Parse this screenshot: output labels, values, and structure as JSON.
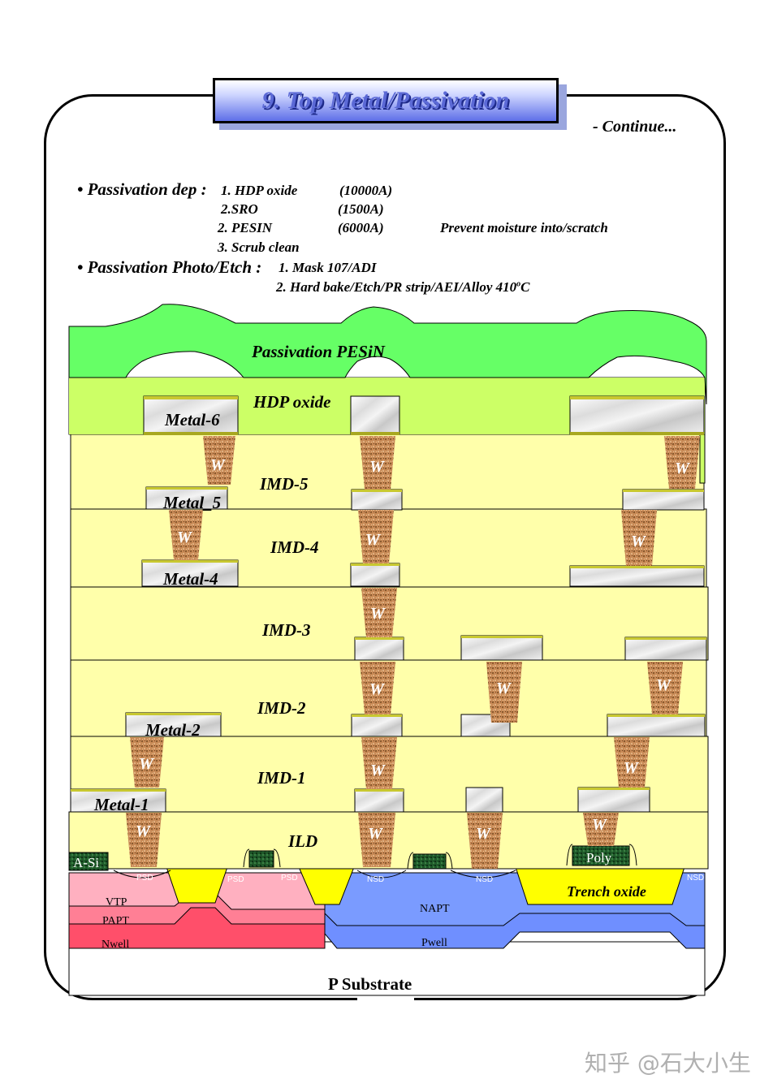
{
  "title": "9. Top Metal/Passivation",
  "continue_label": "- Continue...",
  "steps": {
    "passivation_dep": {
      "heading": "• Passivation dep :",
      "items": [
        {
          "label": "1. HDP oxide",
          "value": "(10000A)"
        },
        {
          "label": "2.SRO",
          "value": "(1500A)"
        },
        {
          "label": "2. PESIN",
          "value": "(6000A)",
          "note": "Prevent moisture into/scratch"
        },
        {
          "label": "3. Scrub clean"
        }
      ]
    },
    "passivation_photo": {
      "heading": "• Passivation Photo/Etch :",
      "items": [
        {
          "label": "1. Mask 107/ADI"
        },
        {
          "label": "2. Hard bake/Etch/PR strip/AEI/Alloy 410",
          "sup": "o",
          "tail": "C"
        }
      ]
    }
  },
  "layers": {
    "passivation": "Passivation PESiN",
    "hdp": "HDP oxide",
    "metal6": "Metal-6",
    "imd5": "IMD-5",
    "metal5": "Metal_5",
    "imd4": "IMD-4",
    "metal4": "Metal-4",
    "imd3": "IMD-3",
    "imd2": "IMD-2",
    "metal2": "Metal-2",
    "imd1": "IMD-1",
    "metal1": "Metal-1",
    "ild": "ILD",
    "asi": "A-Si",
    "poly": "Poly",
    "trench": "Trench oxide",
    "vtp": "VTP",
    "papt": "PAPT",
    "nwell": "Nwell",
    "napt": "NAPT",
    "pwell": "Pwell",
    "substrate": "P Substrate",
    "psd": "PSD",
    "nsd": "NSD",
    "via": "W"
  },
  "colors": {
    "passivation": "#66ff66",
    "hdp": "#ccff66",
    "imd": "#ffffaa",
    "pink": "#ffb0c0",
    "pink_mid": "#ff7f95",
    "pink_dark": "#ff4f6a",
    "blue": "#7a9bff",
    "blue_light": "#6f8fff",
    "trench": "#ffff00",
    "tungsten": "#c88a56",
    "metal": "#e8e8e8",
    "poly": "#225522",
    "title_text": "#5b69d6"
  },
  "watermark": "知乎 @石大小生"
}
